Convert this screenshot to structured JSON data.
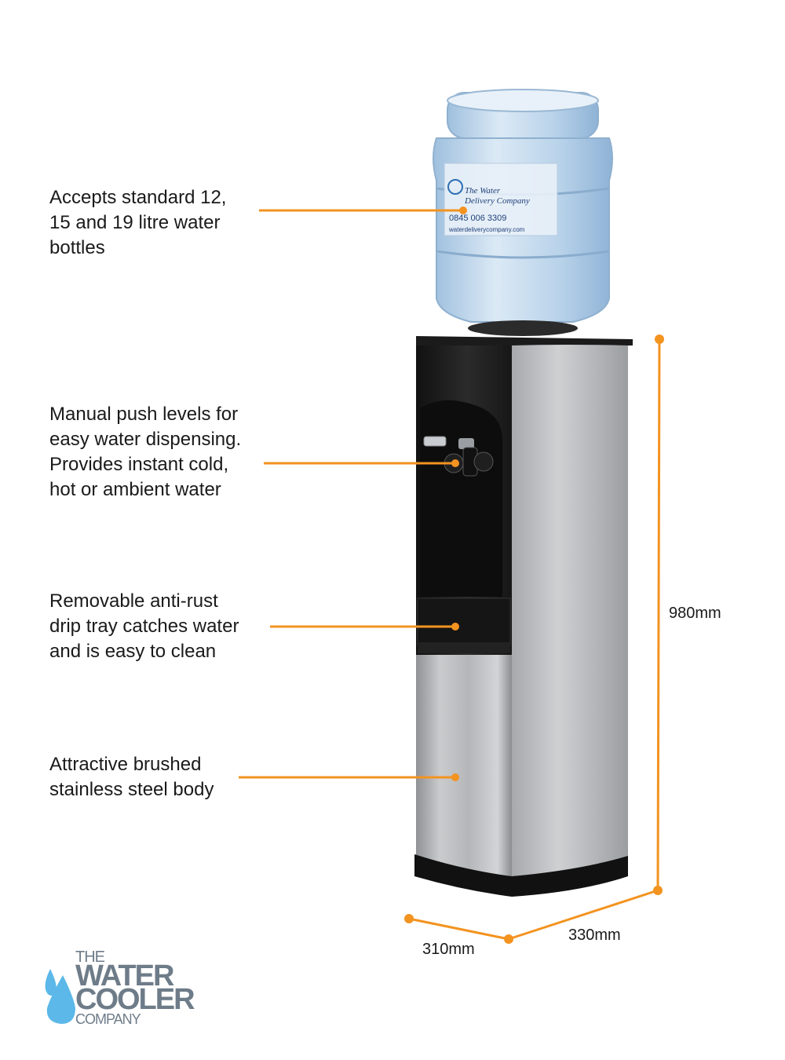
{
  "callouts": [
    {
      "id": "bottle",
      "text": "Accepts standard 12,\n15 and 19 litre water\nbottles"
    },
    {
      "id": "taps",
      "text": "Manual push levels for\neasy water dispensing.\nProvides instant cold,\nhot or ambient water"
    },
    {
      "id": "drip-tray",
      "text": "Removable anti-rust\ndrip tray catches water\nand is easy to clean"
    },
    {
      "id": "body",
      "text": "Attractive brushed\nstainless steel body"
    }
  ],
  "dimensions": {
    "height": "980mm",
    "depth": "330mm",
    "width": "310mm"
  },
  "bottle_label": {
    "line1": "The Water",
    "line2": "Delivery Company",
    "phone": "0845 006 3309",
    "url": "waterdeliverycompany.com"
  },
  "logo": {
    "line1": "THE",
    "line2": "WATER",
    "line3": "COOLER",
    "line4": "COMPANY"
  },
  "colors": {
    "accent": "#f39320",
    "text": "#1a1a1a",
    "logo_grey": "#6e7c89",
    "logo_drop": "#5bb8e8"
  }
}
